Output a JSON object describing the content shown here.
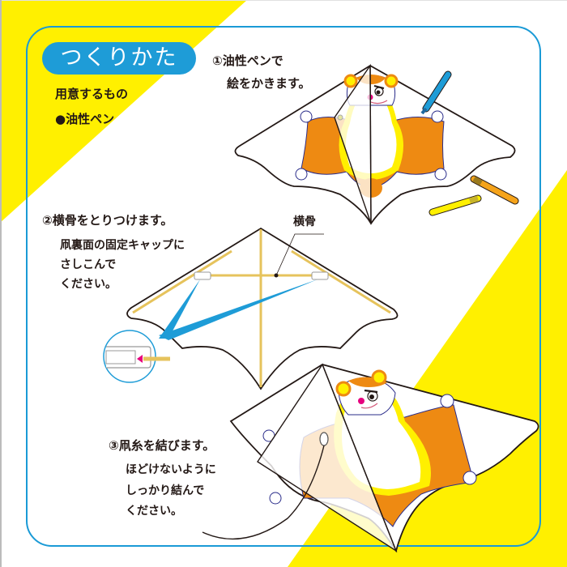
{
  "title": "つくりかた",
  "materials": {
    "heading": "用意するもの",
    "item": "●油性ペン"
  },
  "steps": [
    {
      "number": "①",
      "lines": [
        "①油性ペンで",
        "絵をかきます。"
      ]
    },
    {
      "number": "②",
      "heading": "②横骨をとりつけます。",
      "lines": [
        "凧裏面の固定キャップに",
        "さしこんで",
        "ください。"
      ],
      "callout_label": "横骨"
    },
    {
      "number": "③",
      "heading": "③凧糸を結びます。",
      "lines": [
        "ほどけないように",
        "しっかり結んで",
        "ください。"
      ]
    }
  ],
  "colors": {
    "yellow": "#fff000",
    "blue": "#1e9cd7",
    "frame": "#1a9ad6",
    "orange": "#ee8a12",
    "stick": "#e6c35c",
    "pink": "#e6007e"
  }
}
